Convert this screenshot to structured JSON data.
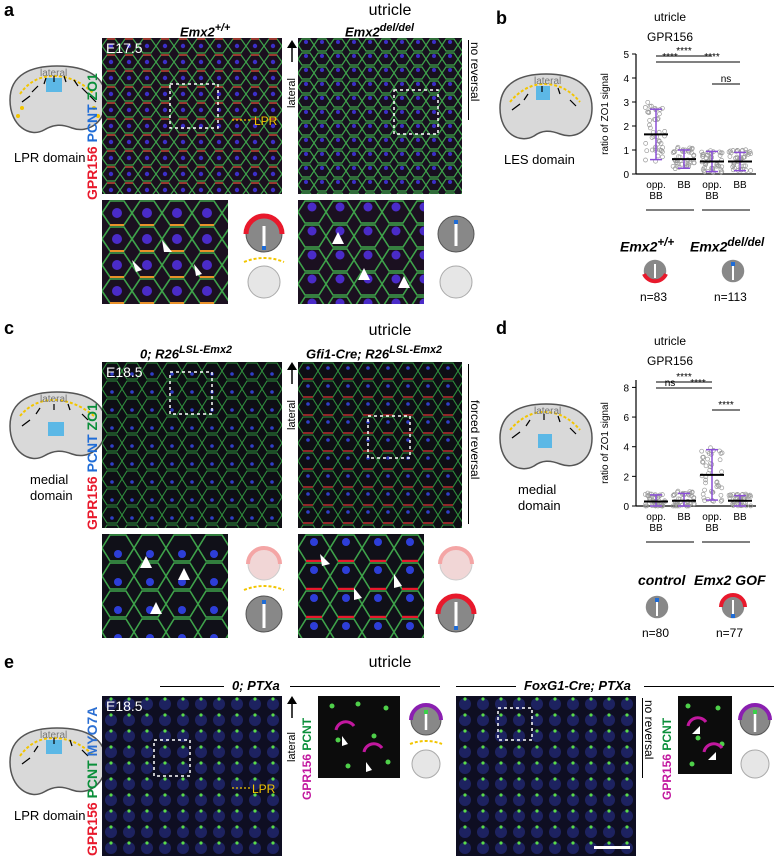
{
  "colors": {
    "gpr156": "#e8192c",
    "pcnt_blue": "#1f6cd6",
    "zo1": "#0a8f3a",
    "myo7a": "#2c6fd2",
    "gpr_magenta": "#c2189f",
    "lpr_yellow": "#f2c500",
    "domain_blue": "#5cb8e6",
    "purple_bar": "#8a4fd6"
  },
  "panels": {
    "a": {
      "label": "a",
      "title": "utricle",
      "genotype_left": "Emx2",
      "genotype_left_sup": "+/+",
      "genotype_right": "Emx2",
      "genotype_right_sup": "del/del",
      "stage": "E17.5",
      "channels": [
        "GPR156",
        "PCNT",
        "ZO1"
      ],
      "axis": "lateral",
      "lpr_tag": "LPR",
      "side_label": "no reversal",
      "diagram": {
        "top": "lateral",
        "bottom": "LPR domain"
      }
    },
    "b": {
      "label": "b",
      "title": "utricle",
      "subtitle": "GPR156",
      "diagram": {
        "top": "lateral",
        "bottom": "LES domain"
      },
      "genotype_left": "Emx2",
      "genotype_left_sup": "+/+",
      "genotype_right": "Emx2",
      "genotype_right_sup": "del/del",
      "n_left": "n=83",
      "n_right": "n=113"
    },
    "c": {
      "label": "c",
      "title": "utricle",
      "genotype_left": "0; R26",
      "genotype_left_sup": "LSL-Emx2",
      "genotype_right": "Gfi1-Cre; R26",
      "genotype_right_sup": "LSL-Emx2",
      "stage": "E18.5",
      "channels": [
        "GPR156",
        "PCNT",
        "ZO1"
      ],
      "axis": "lateral",
      "side_label": "forced reversal",
      "diagram": {
        "top": "lateral",
        "bottom1": "medial",
        "bottom2": "domain"
      }
    },
    "d": {
      "label": "d",
      "title": "utricle",
      "subtitle": "GPR156",
      "diagram": {
        "top": "lateral",
        "bottom1": "medial",
        "bottom2": "domain"
      },
      "group_left": "control",
      "group_right": "Emx2 GOF",
      "n_left": "n=80",
      "n_right": "n=77"
    },
    "e": {
      "label": "e",
      "title": "utricle",
      "genotype_left": "0; PTXa",
      "genotype_right": "FoxG1-Cre; PTXa",
      "stage": "E18.5",
      "channels": [
        "GPR156",
        "PCNT",
        "MYO7A"
      ],
      "inset_channels": [
        "GPR156",
        "PCNT"
      ],
      "axis": "lateral",
      "lpr_tag": "LPR",
      "side_label": "no reversal",
      "diagram": {
        "top": "lateral",
        "bottom": "LPR domain"
      }
    }
  },
  "chart_data": [
    {
      "type": "scatter",
      "panel": "b",
      "title": "GPR156",
      "ylabel": "ratio of ZO1 signal",
      "ylim": [
        0,
        5
      ],
      "yticks": [
        "0",
        "1",
        "2",
        "3",
        "4",
        "5"
      ],
      "categories": [
        "opp. BB",
        "BB",
        "opp. BB",
        "BB"
      ],
      "groups": [
        "Emx2+/+",
        "Emx2del/del"
      ],
      "means": [
        1.65,
        0.62,
        0.52,
        0.52
      ],
      "sd": [
        1.05,
        0.38,
        0.42,
        0.38
      ],
      "significance": [
        {
          "from": 0,
          "to": 1,
          "label": "****"
        },
        {
          "from": 0,
          "to": 2,
          "label": "****"
        },
        {
          "from": 1,
          "to": 3,
          "label": "****"
        },
        {
          "from": 2,
          "to": 3,
          "label": "ns"
        }
      ]
    },
    {
      "type": "scatter",
      "panel": "d",
      "title": "GPR156",
      "ylabel": "ratio of ZO1 signal",
      "ylim": [
        0,
        8.5
      ],
      "yticks": [
        "0",
        "2",
        "4",
        "6",
        "8"
      ],
      "categories": [
        "opp. BB",
        "BB",
        "opp. BB",
        "BB"
      ],
      "groups": [
        "control",
        "Emx2 GOF"
      ],
      "means": [
        0.3,
        0.35,
        2.1,
        0.35
      ],
      "sd": [
        0.45,
        0.5,
        1.7,
        0.35
      ],
      "significance": [
        {
          "from": 0,
          "to": 1,
          "label": "ns"
        },
        {
          "from": 0,
          "to": 2,
          "label": "****"
        },
        {
          "from": 1,
          "to": 2,
          "label": "****"
        },
        {
          "from": 2,
          "to": 3,
          "label": "****"
        }
      ]
    }
  ]
}
